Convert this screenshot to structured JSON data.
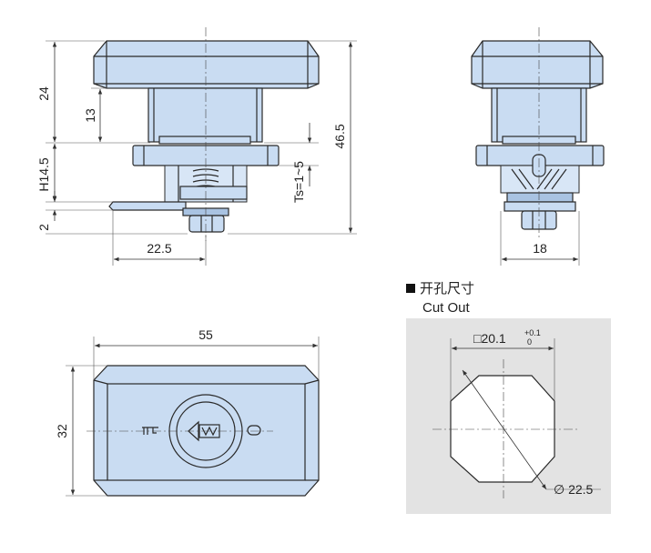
{
  "dimensions": {
    "top_height": "24",
    "cap_step": "13",
    "flange_height": "H14.5",
    "cam_thickness": "2",
    "cam_length": "22.5",
    "panel_thickness": "Ts=1~5",
    "overall_height": "46.5",
    "side_width": "18",
    "front_width": "55",
    "front_height": "32"
  },
  "cutout": {
    "title_cn": "开孔尺寸",
    "title_en": "Cut Out",
    "square_size": "□20.1",
    "tol_plus": "+0.1",
    "tol_minus": "0",
    "diameter": "∅ 22.5"
  },
  "colors": {
    "part": "#c9dcf2",
    "part_shade": "#a9c3e2",
    "cutout_panel": "#e3e3e3",
    "hole": "#ffffff"
  }
}
